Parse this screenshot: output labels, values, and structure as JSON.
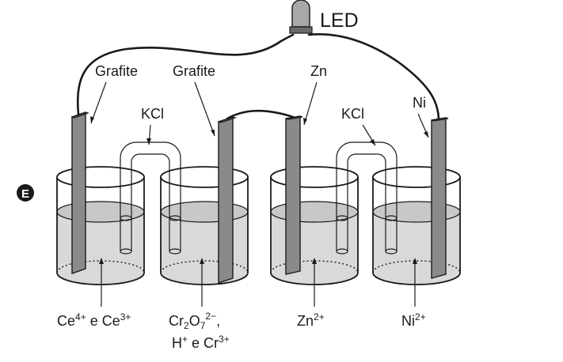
{
  "option_letter": "E",
  "led_label": "LED",
  "electrodes": {
    "grafite_1": "Grafite",
    "grafite_2": "Grafite",
    "zn": "Zn",
    "ni": "Ni"
  },
  "salt_bridges": {
    "left": "KCl",
    "right": "KCl"
  },
  "solutions": {
    "cell1": {
      "a": "Ce",
      "a_sup": "4+",
      "mid": " e ",
      "b": "Ce",
      "b_sup": "3+"
    },
    "cell2": {
      "line1": {
        "cr": "Cr",
        "sub1": "2",
        "o": "O",
        "sub2": "7",
        "sup": "2−",
        "comma": ","
      },
      "line2": {
        "h": "H",
        "h_sup": "+",
        "mid": " e ",
        "cr": "Cr",
        "cr_sup": "3+"
      }
    },
    "cell3": {
      "ion": "Zn",
      "sup": "2+"
    },
    "cell4": {
      "ion": "Ni",
      "sup": "2+"
    }
  },
  "colors": {
    "ink": "#1a1a1a",
    "liquid": "#d9d9d9",
    "electrode": "#8a8a8a"
  }
}
